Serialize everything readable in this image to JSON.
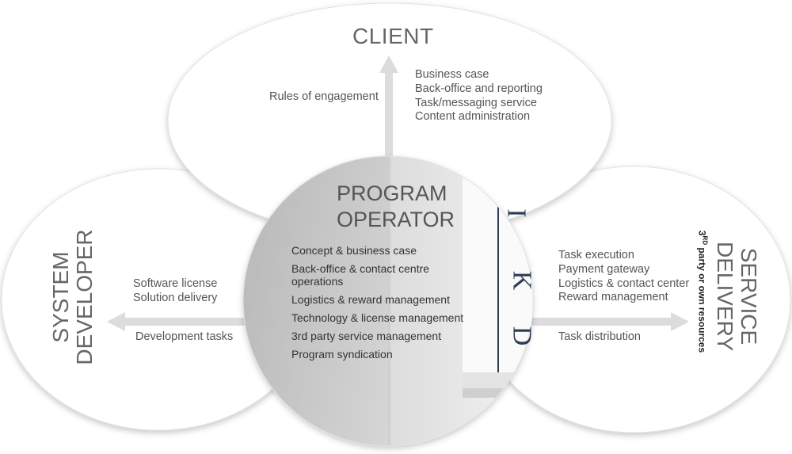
{
  "client": {
    "title": "CLIENT",
    "left_text": "Rules of engagement",
    "items": [
      "Business case",
      "Back-office and reporting",
      "Task/messaging service",
      "Content administration"
    ]
  },
  "system_developer": {
    "title_line1": "SYSTEM",
    "title_line2": "DEVELOPER",
    "items": [
      "Software license",
      "Solution delivery"
    ],
    "bottom_text": "Development tasks"
  },
  "service_delivery": {
    "title_line1": "SERVICE",
    "title_line2": "DELIVERY",
    "subtitle_sup": "RD",
    "subtitle_pre": "3",
    "subtitle_post": " party or own resources",
    "items": [
      "Task execution",
      "Payment gateway",
      "Logistics & contact center",
      "Reward management"
    ],
    "bottom_text": "Task distribution"
  },
  "program_operator": {
    "title_line1": "PROGRAM",
    "title_line2": "OPERATOR",
    "items": [
      "Concept & business case",
      "Back-office & contact centre operations",
      "Logistics & reward management",
      "Technology & license management",
      "3rd party service management",
      "Program syndication"
    ],
    "background_letters": [
      "D",
      "K",
      "I"
    ]
  },
  "colors": {
    "ellipse_fill": "#ffffff",
    "ellipse_stroke": "#e0e0e0",
    "arrow": "#dddddd",
    "circle_gray": "#c4c4c4",
    "banner_navy": "#2d3e52"
  }
}
